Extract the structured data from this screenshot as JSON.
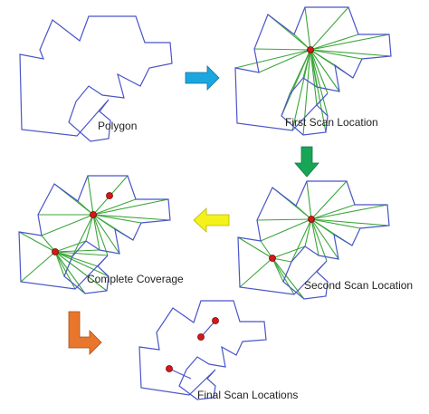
{
  "labels": {
    "polygon": "Polygon",
    "first_scan": "First Scan Location",
    "second_scan": "Second Scan Location",
    "complete": "Complete Coverage",
    "final": "Final Scan Locations"
  },
  "colors": {
    "polygon_edge": "#4a55c8",
    "coverage_ray": "#3aa63a",
    "scan_point": "#d11a1a",
    "arrow_1": "#1ba6e0",
    "arrow_2": "#17a556",
    "arrow_3": "#f5f21a",
    "arrow_4": "#e8762c"
  },
  "icons": {
    "arrow_1": "right-arrow-icon",
    "arrow_2": "down-arrow-icon",
    "arrow_3": "left-arrow-icon",
    "arrow_4": "bent-arrow-icon"
  }
}
